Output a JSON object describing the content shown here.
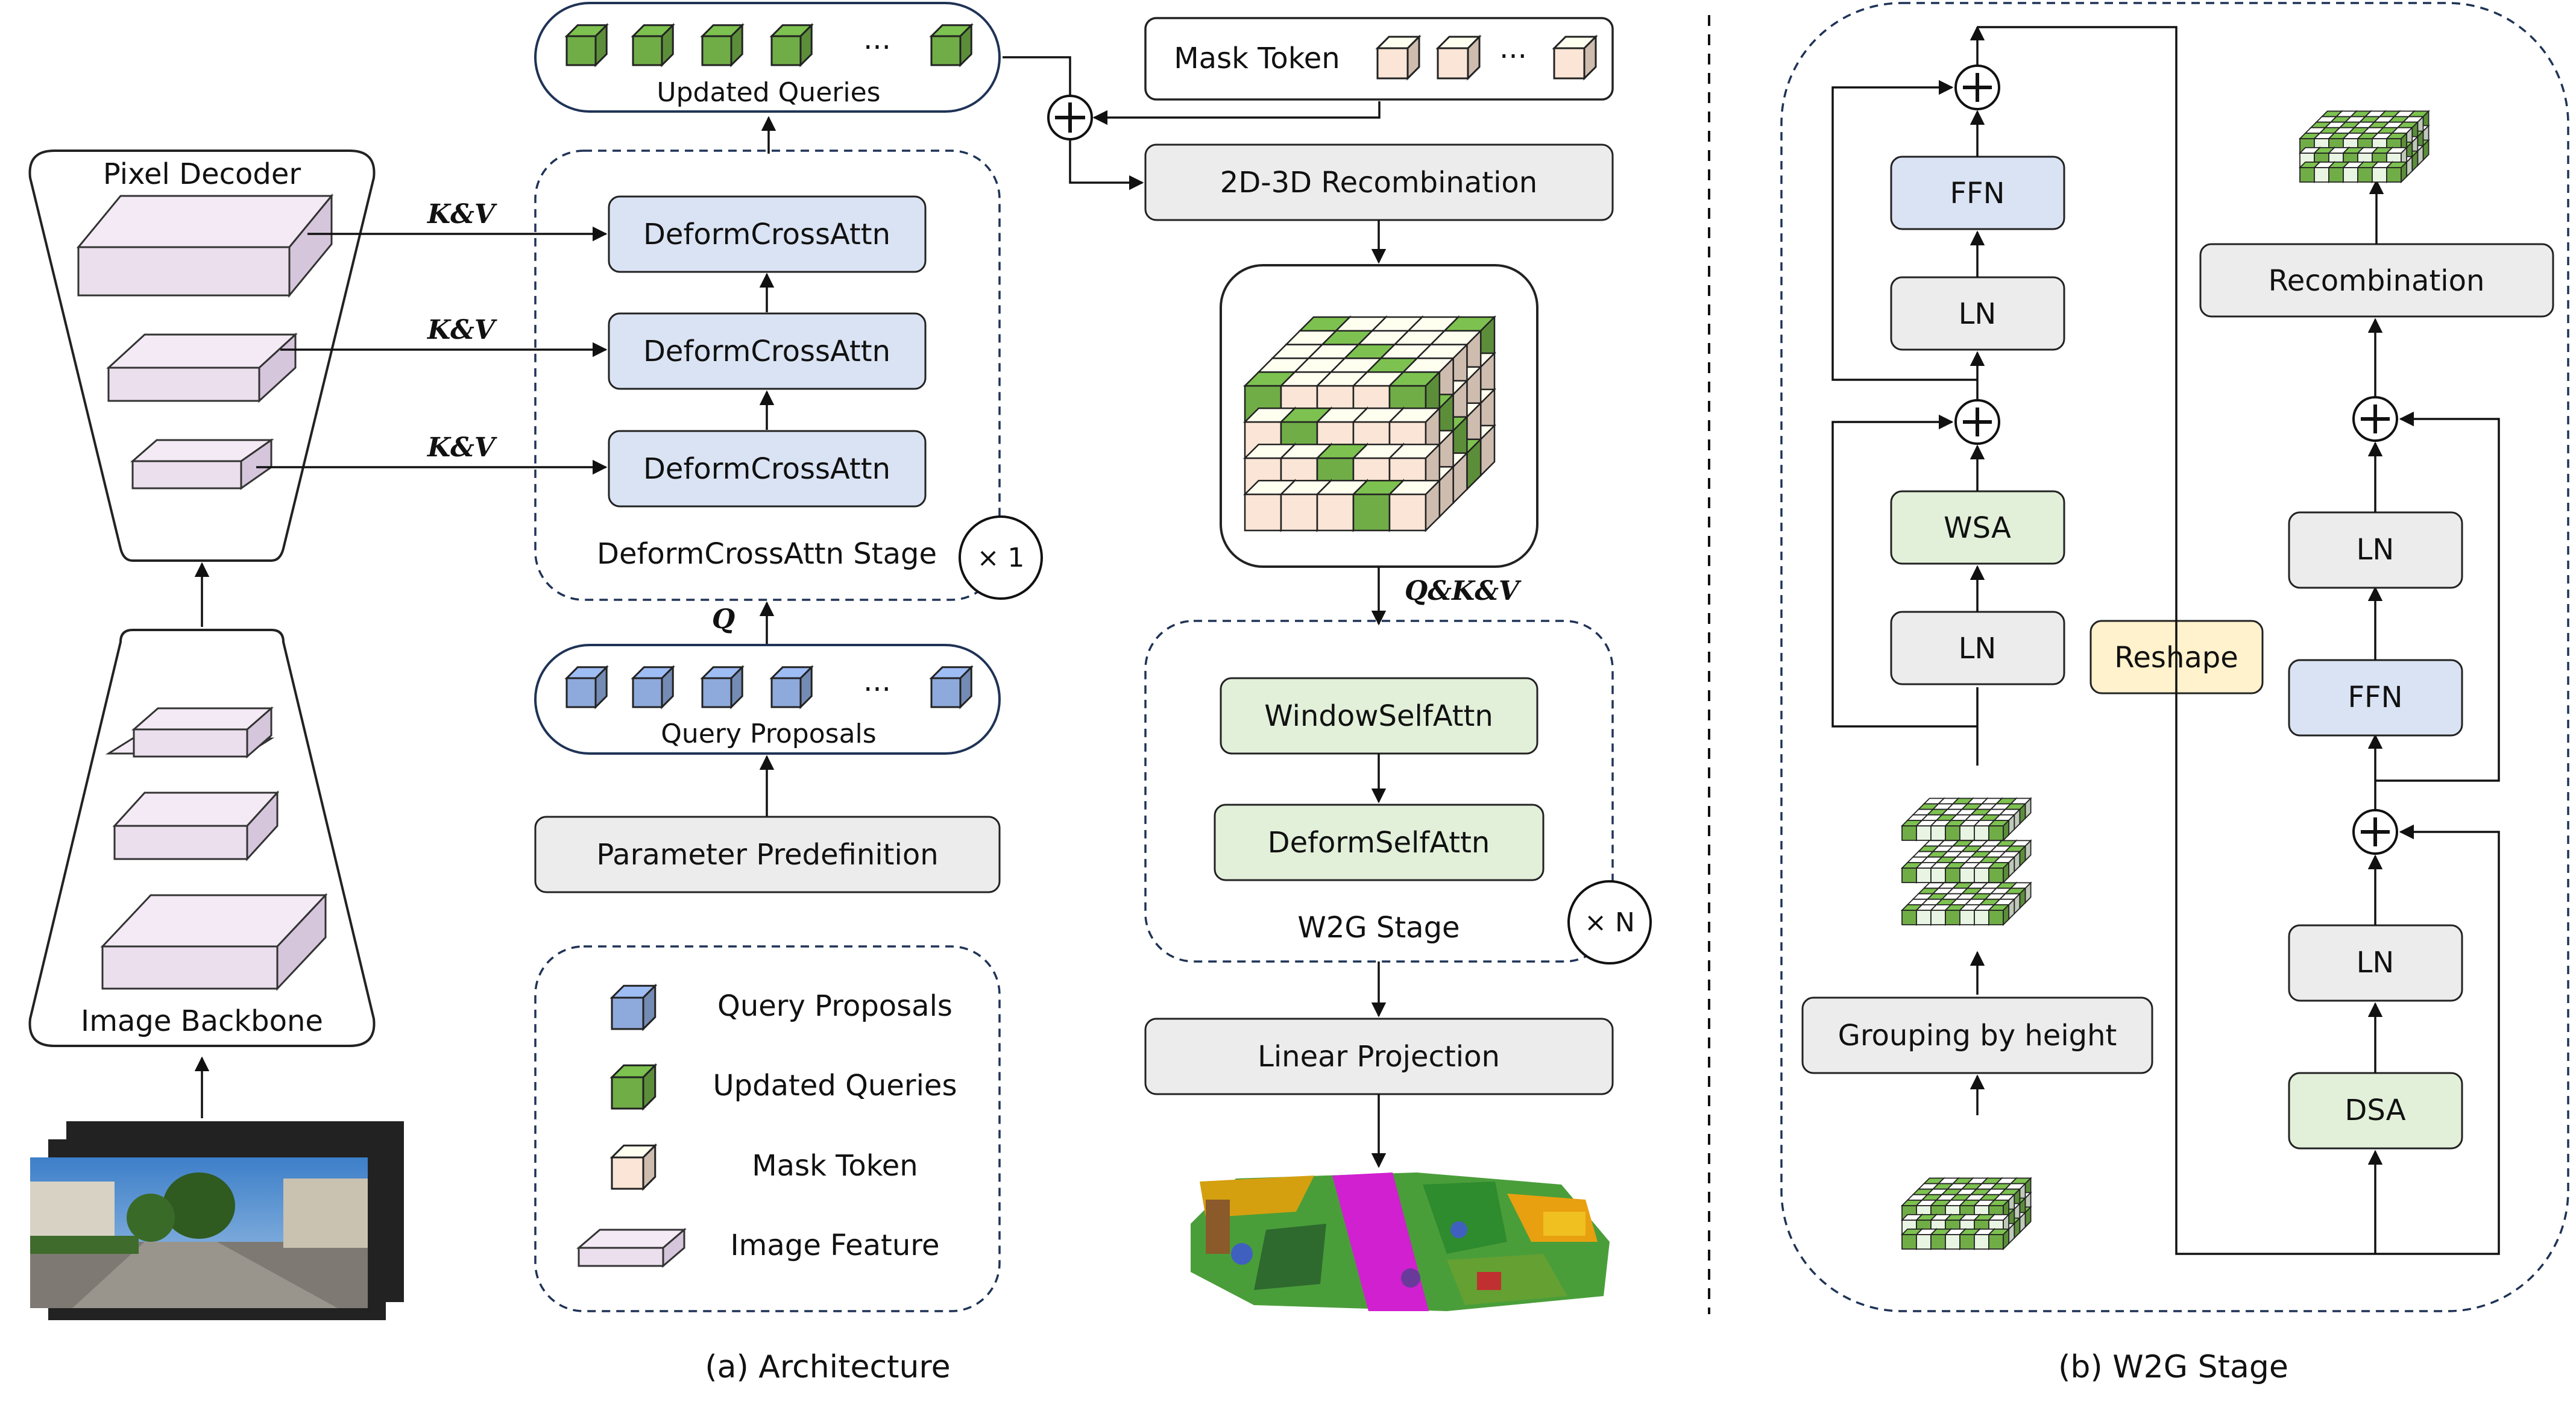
{
  "colors": {
    "gray_box": "#ececec",
    "blue_box": "#dae3f3",
    "green_box": "#e2f0d9",
    "yellow_box": "#fff2cc",
    "query_proposal_cube": "#8ea9db",
    "updated_query_cube": "#70ad47",
    "mask_token_cube": "#fbe5d6",
    "image_feature": "#ebdfee",
    "frame": "#1f3356"
  },
  "architecture": {
    "pixel_decoder": "Pixel Decoder",
    "image_backbone": "Image Backbone",
    "kv_labels": [
      "K&V",
      "K&V",
      "K&V"
    ],
    "deform_cross_attn": [
      "DeformCrossAttn",
      "DeformCrossAttn",
      "DeformCrossAttn"
    ],
    "deform_cross_attn_stage": "DeformCrossAttn Stage",
    "stage_repeat_1": "× 1",
    "q_label": "Q",
    "updated_queries": "Updated Queries",
    "query_proposals": "Query Proposals",
    "ellipsis": "···",
    "parameter_predefinition": "Parameter Predefinition",
    "mask_token": "Mask Token",
    "recombination_2d3d": "2D-3D Recombination",
    "qkv_label": "Q&K&V",
    "window_self_attn": "WindowSelfAttn",
    "deform_self_attn": "DeformSelfAttn",
    "w2g_stage": "W2G Stage",
    "stage_repeat_n": "× N",
    "linear_projection": "Linear Projection",
    "caption": "(a) Architecture"
  },
  "legend": {
    "items": [
      {
        "label": "Query Proposals",
        "icon": "blue-cube-icon"
      },
      {
        "label": "Updated Queries",
        "icon": "green-cube-icon"
      },
      {
        "label": "Mask Token",
        "icon": "peach-cube-icon"
      },
      {
        "label": "Image Feature",
        "icon": "feature-plate-icon"
      }
    ]
  },
  "w2g": {
    "ffn_left": "FFN",
    "ln_left_top": "LN",
    "wsa": "WSA",
    "ln_left_bottom": "LN",
    "grouping_by_height": "Grouping by height",
    "reshape": "Reshape",
    "recombination": "Recombination",
    "ln_right_top": "LN",
    "ffn_right": "FFN",
    "ln_right_bottom": "LN",
    "dsa": "DSA",
    "caption": "(b) W2G Stage"
  }
}
